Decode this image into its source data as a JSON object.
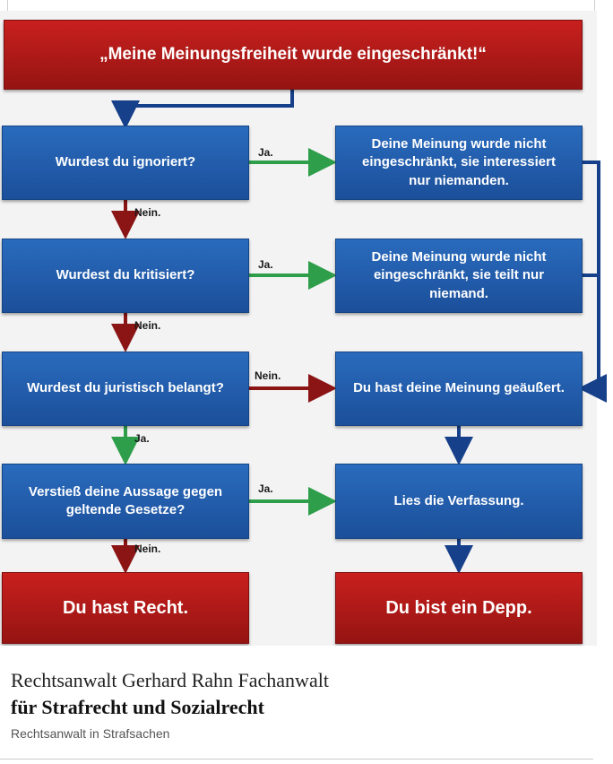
{
  "flowchart": {
    "title": "„Meine Meinungsfreiheit wurde eingeschränkt!“",
    "questions": [
      "Wurdest du ignoriert?",
      "Wurdest du kritisiert?",
      "Wurdest du juristisch belangt?",
      "Verstieß deine Aussage gegen geltende Gesetze?"
    ],
    "answers": [
      "Deine Meinung wurde nicht eingeschränkt, sie interessiert nur niemanden.",
      "Deine Meinung wurde nicht eingeschränkt, sie teilt nur niemand.",
      "Du hast deine Meinung geäußert.",
      "Lies die Verfassung."
    ],
    "results": {
      "right": "Du hast Recht.",
      "idiot": "Du bist ein Depp."
    },
    "labels": {
      "ja": "Ja.",
      "nein": "Nein."
    },
    "colors": {
      "blue": "#1f5aa8",
      "red": "#b01a18",
      "green_arrow": "#2e9e4a",
      "red_arrow": "#8b1414",
      "blue_arrow": "#17408a"
    }
  },
  "caption": {
    "line1": "Rechtsanwalt Gerhard Rahn Fachanwalt",
    "line2": "für Strafrecht und Sozialrecht",
    "subtitle": "Rechtsanwalt in Strafsachen"
  }
}
